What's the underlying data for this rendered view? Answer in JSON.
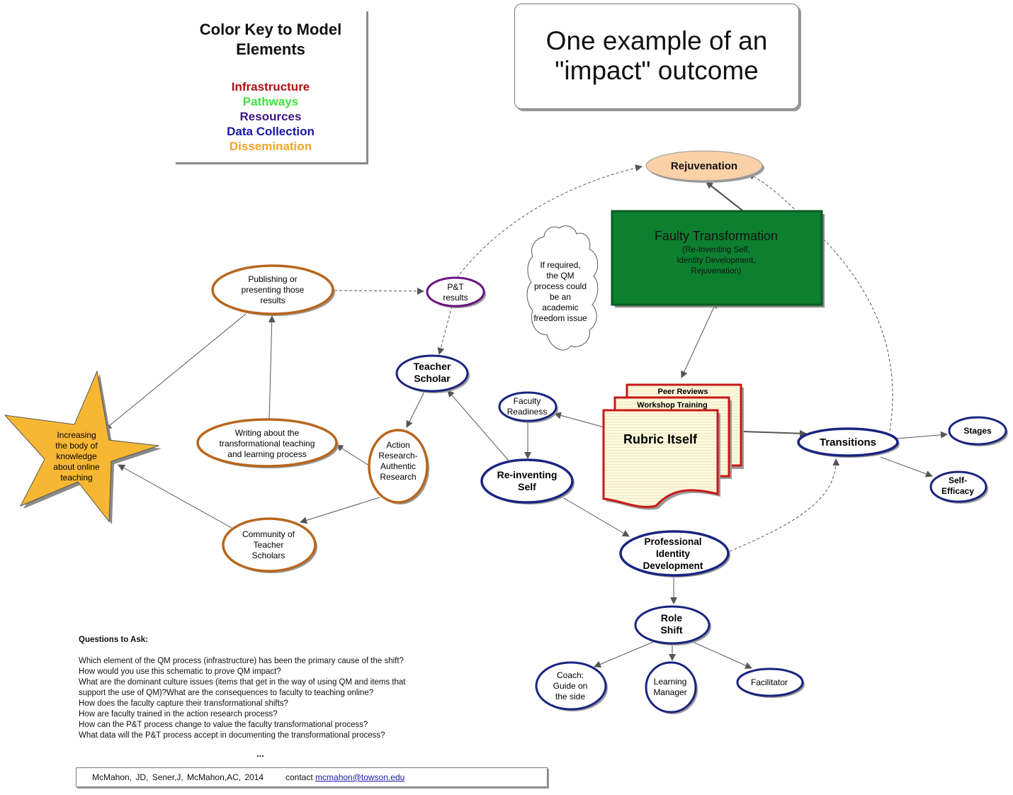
{
  "color_key": {
    "title_line1": "Color Key to Model",
    "title_line2": "Elements",
    "items": [
      {
        "label": "Infrastructure",
        "color": "#b01010"
      },
      {
        "label": "Pathways",
        "color": "#3ee03e"
      },
      {
        "label": "Resources",
        "color": "#3a1580"
      },
      {
        "label": "Data Collection",
        "color": "#1616a8"
      },
      {
        "label": "Dissemination",
        "color": "#f2a520"
      }
    ]
  },
  "impact_box": {
    "line1": "One example of an",
    "line2": "\"impact\" outcome"
  },
  "nodes": {
    "rejuvenation": "Rejuvenation",
    "faculty_transformation": {
      "title": "Faulty Transformation",
      "sub1": "(Re-Inventing Self,",
      "sub2": "Identity Development,",
      "sub3": "Rejuvenation)"
    },
    "cloud": [
      "If required,",
      "the QM",
      "process could",
      "be an",
      "academic",
      "freedom issue"
    ],
    "pt_results": [
      "P&T",
      "results"
    ],
    "publishing": [
      "Publishing or",
      "presenting those",
      "results"
    ],
    "teacher_scholar": [
      "Teacher",
      "Scholar"
    ],
    "star": [
      "Increasing",
      "the body of",
      "knowledge",
      "about online",
      "teaching"
    ],
    "writing": [
      "Writing about the",
      "transformational teaching",
      "and learning process"
    ],
    "action_research": [
      "Action",
      "Research-",
      "Authentic",
      "Research"
    ],
    "community": [
      "Community of",
      "Teacher",
      "Scholars"
    ],
    "faculty_readiness": [
      "Faculty",
      "Readiness"
    ],
    "reinventing_self": [
      "Re-inventing",
      "Self"
    ],
    "peer_reviews": "Peer Reviews",
    "workshop_training": "Workshop Training",
    "rubric_itself": "Rubric Itself",
    "transitions": "Transitions",
    "stages": "Stages",
    "self_efficacy": [
      "Self-",
      "Efficacy"
    ],
    "professional_identity": [
      "Professional",
      "Identity",
      "Development"
    ],
    "role_shift": [
      "Role",
      "Shift"
    ],
    "coach": [
      "Coach:",
      "Guide on",
      "the side"
    ],
    "learning_manager": [
      "Learning",
      "Manager"
    ],
    "facilitator": "Facilitator"
  },
  "colors": {
    "dissemination_stroke": "#b8661c",
    "data_collection_stroke": "#1a2480",
    "pt_stroke": "#6a1580",
    "rejuvenation_fill": "#fbd1a8",
    "transformation_fill": "#0d8030",
    "star_fill": "#f7b733",
    "rubric_stroke": "#c81818",
    "rubric_fill": "#fdf8dc"
  },
  "questions": {
    "title": "Questions to Ask:",
    "items": [
      "Which element of the QM process (infrastructure) has been the primary cause of the shift?",
      "How would you use this schematic to prove QM impact?",
      "What are the dominant culture issues (items that get in the way of using QM and items that support the use of QM)?What are the consequences to faculty to teaching online?",
      "How does the faculty capture their transformational shifts?",
      "How are faculty trained in the action research process?",
      "How can the P&T process change to value the faculty transformational process?",
      "What data will the P&T process accept in documenting the transformational process?"
    ],
    "ellipsis": "..."
  },
  "citation": {
    "authors": "McMahon, JD, Sener,J, McMahon,AC, 2014",
    "contact_label": "contact",
    "email": "mcmahon@towson.edu"
  }
}
